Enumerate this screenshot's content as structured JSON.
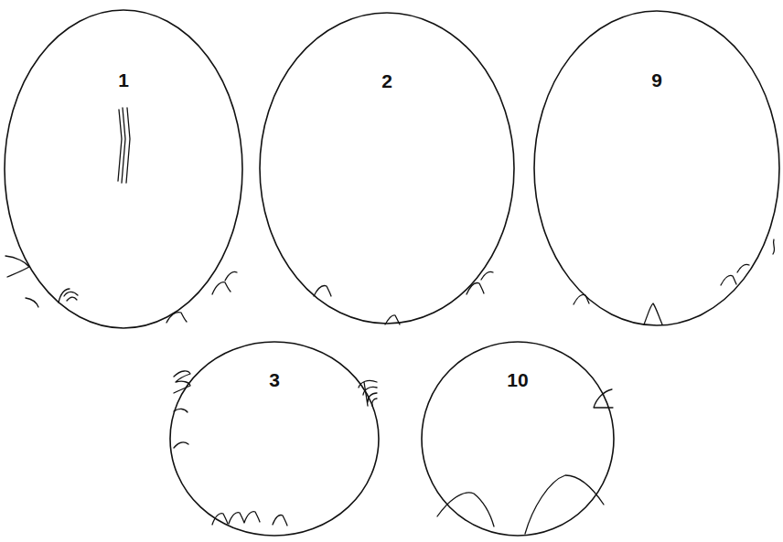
{
  "diagram": {
    "nodes": [
      {
        "text": [
          "1"
        ]
      },
      {
        "text": [
          "2"
        ]
      },
      {
        "text": [
          "9"
        ]
      },
      {
        "text": [
          "3"
        ]
      },
      {
        "text": [
          "10"
        ]
      }
    ]
  }
}
